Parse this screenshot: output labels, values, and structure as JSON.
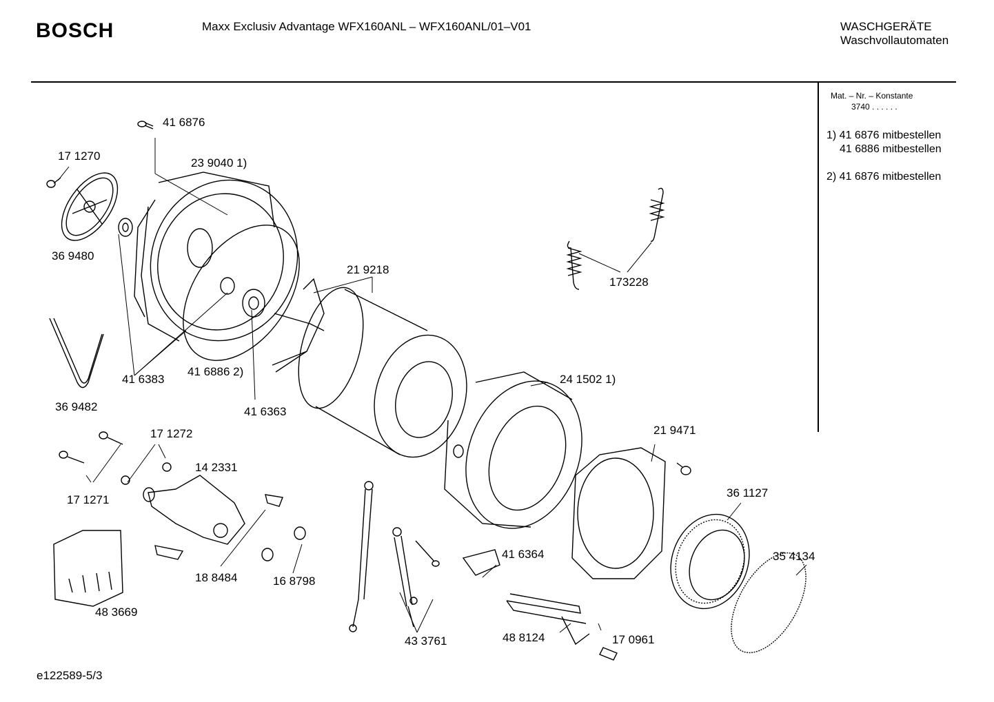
{
  "header": {
    "brand": "BOSCH",
    "model": "Maxx Exclusiv Advantage WFX160ANL – WFX160ANL/01–V01",
    "category_main": "WASCHGERÄTE",
    "category_sub": "Waschvollautomaten"
  },
  "sidebar": {
    "mat_label": "Mat. – Nr. – Konstante",
    "mat_value": "3740  .  .    .  .  .  .",
    "notes": [
      "1) 41 6876 mitbestellen",
      "41 6886 mitbestellen",
      "2) 41 6876 mitbestellen"
    ]
  },
  "parts": [
    "41 6876",
    "17 1270",
    "23 9040   1)",
    "36 9480",
    "21  9218",
    "173228",
    "36 9482",
    "41 6383",
    "41 6886  2)",
    "41 6363",
    "24 1502     1)",
    "17 1272",
    "14  2331",
    "21 9471",
    "17 1271",
    "36 1127",
    "41 6364",
    "18 8484",
    "16 8798",
    "35 4134",
    "48 3669",
    "43 3761",
    "48 8124",
    "17 0961"
  ],
  "footer": {
    "drawing_id": "e122589-5/3"
  }
}
